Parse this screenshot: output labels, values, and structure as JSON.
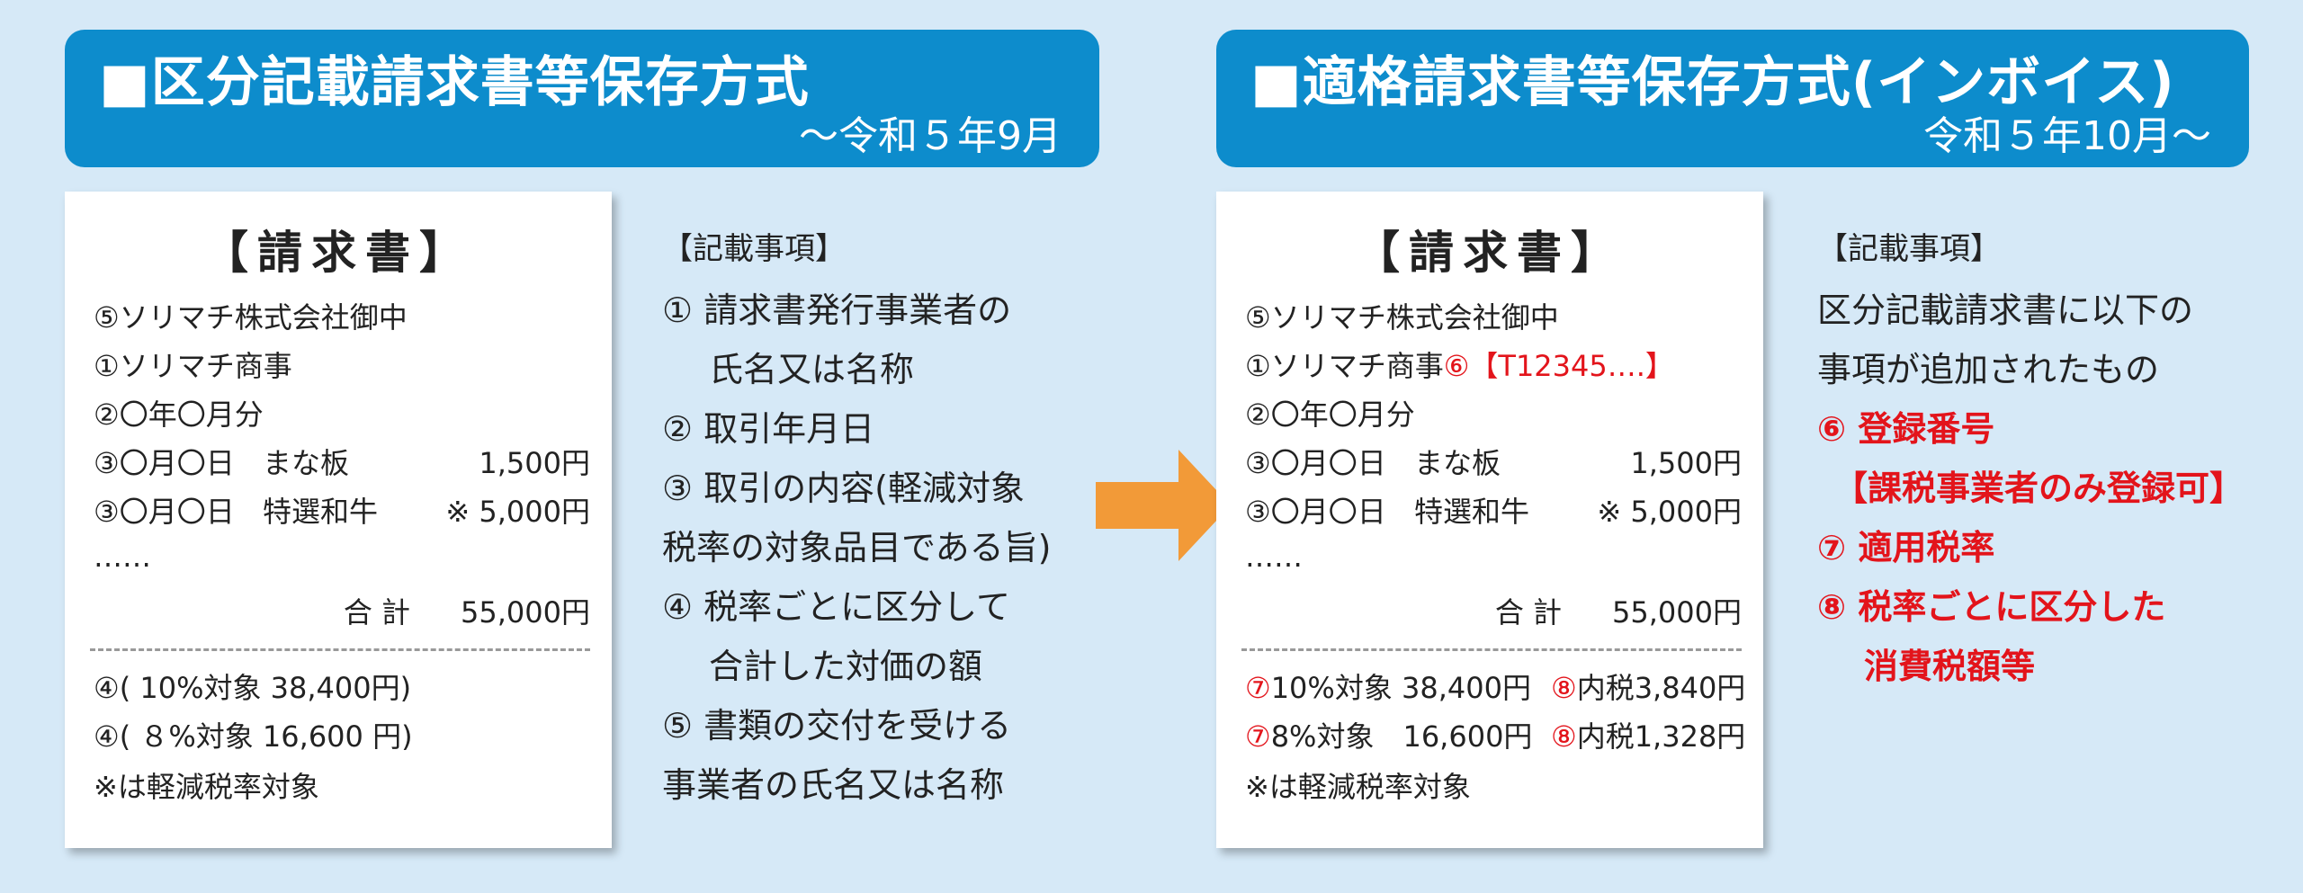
{
  "left": {
    "title": "■区分記載請求書等保存方式",
    "period": "～令和５年9月",
    "invoice": {
      "title": "【請求書】",
      "recipient": "⑤ソリマチ株式会社御中",
      "issuer": "①ソリマチ商事",
      "period": "②〇年〇月分",
      "item1": {
        "date": "③〇月〇日",
        "name": "まな板",
        "amount": "1,500円"
      },
      "item2": {
        "date": "③〇月〇日",
        "name": "特選和牛",
        "amount": "※ 5,000円"
      },
      "ellipsis": "……",
      "total_label": "合 計",
      "total_value": "55,000円",
      "sub1": "④( 10%対象 38,400円)",
      "sub2": "④( ８%対象 16,600 円)",
      "note": "※は軽減税率対象"
    },
    "notes": {
      "heading": "【記載事項】",
      "lines": [
        "① 請求書発行事業者の",
        "氏名又は名称",
        "② 取引年月日",
        "③ 取引の内容(軽減対象",
        "税率の対象品目である旨)",
        "④ 税率ごとに区分して",
        "合計した対価の額",
        "⑤ 書類の交付を受ける",
        "事業者の氏名又は名称"
      ]
    }
  },
  "right": {
    "title": "■適格請求書等保存方式(インボイス)",
    "period": "令和５年10月～",
    "invoice": {
      "title": "【請求書】",
      "recipient": "⑤ソリマチ株式会社御中",
      "issuer": "①ソリマチ商事",
      "reg_no": "⑥【T12345….】",
      "period": "②〇年〇月分",
      "item1": {
        "date": "③〇月〇日",
        "name": "まな板",
        "amount": "1,500円"
      },
      "item2": {
        "date": "③〇月〇日",
        "name": "特選和牛",
        "amount": "※ 5,000円"
      },
      "ellipsis": "……",
      "total_label": "合 計",
      "total_value": "55,000円",
      "sub1_mark": "⑦",
      "sub1_text": "10%対象 38,400円",
      "sub1_tax_mark": "⑧",
      "sub1_tax_text": "内税3,840円",
      "sub2_mark": "⑦",
      "sub2_text": "8%対象　16,600円",
      "sub2_tax_mark": "⑧",
      "sub2_tax_text": "内税1,328円",
      "note": "※は軽減税率対象"
    },
    "notes": {
      "heading": "【記載事項】",
      "line1": "区分記載請求書に以下の",
      "line2": "事項が追加されたもの",
      "red1": "⑥ 登録番号",
      "red2": "【課税事業者のみ登録可】",
      "red3": "⑦ 適用税率",
      "red4": "⑧ 税率ごとに区分した",
      "red5": "消費税額等"
    }
  },
  "colors": {
    "header": "#0d8ccc",
    "background": "#d6e9f7",
    "arrow": "#f29a38",
    "highlight": "#e3141b"
  },
  "arrow_icon": "right-arrow-icon"
}
